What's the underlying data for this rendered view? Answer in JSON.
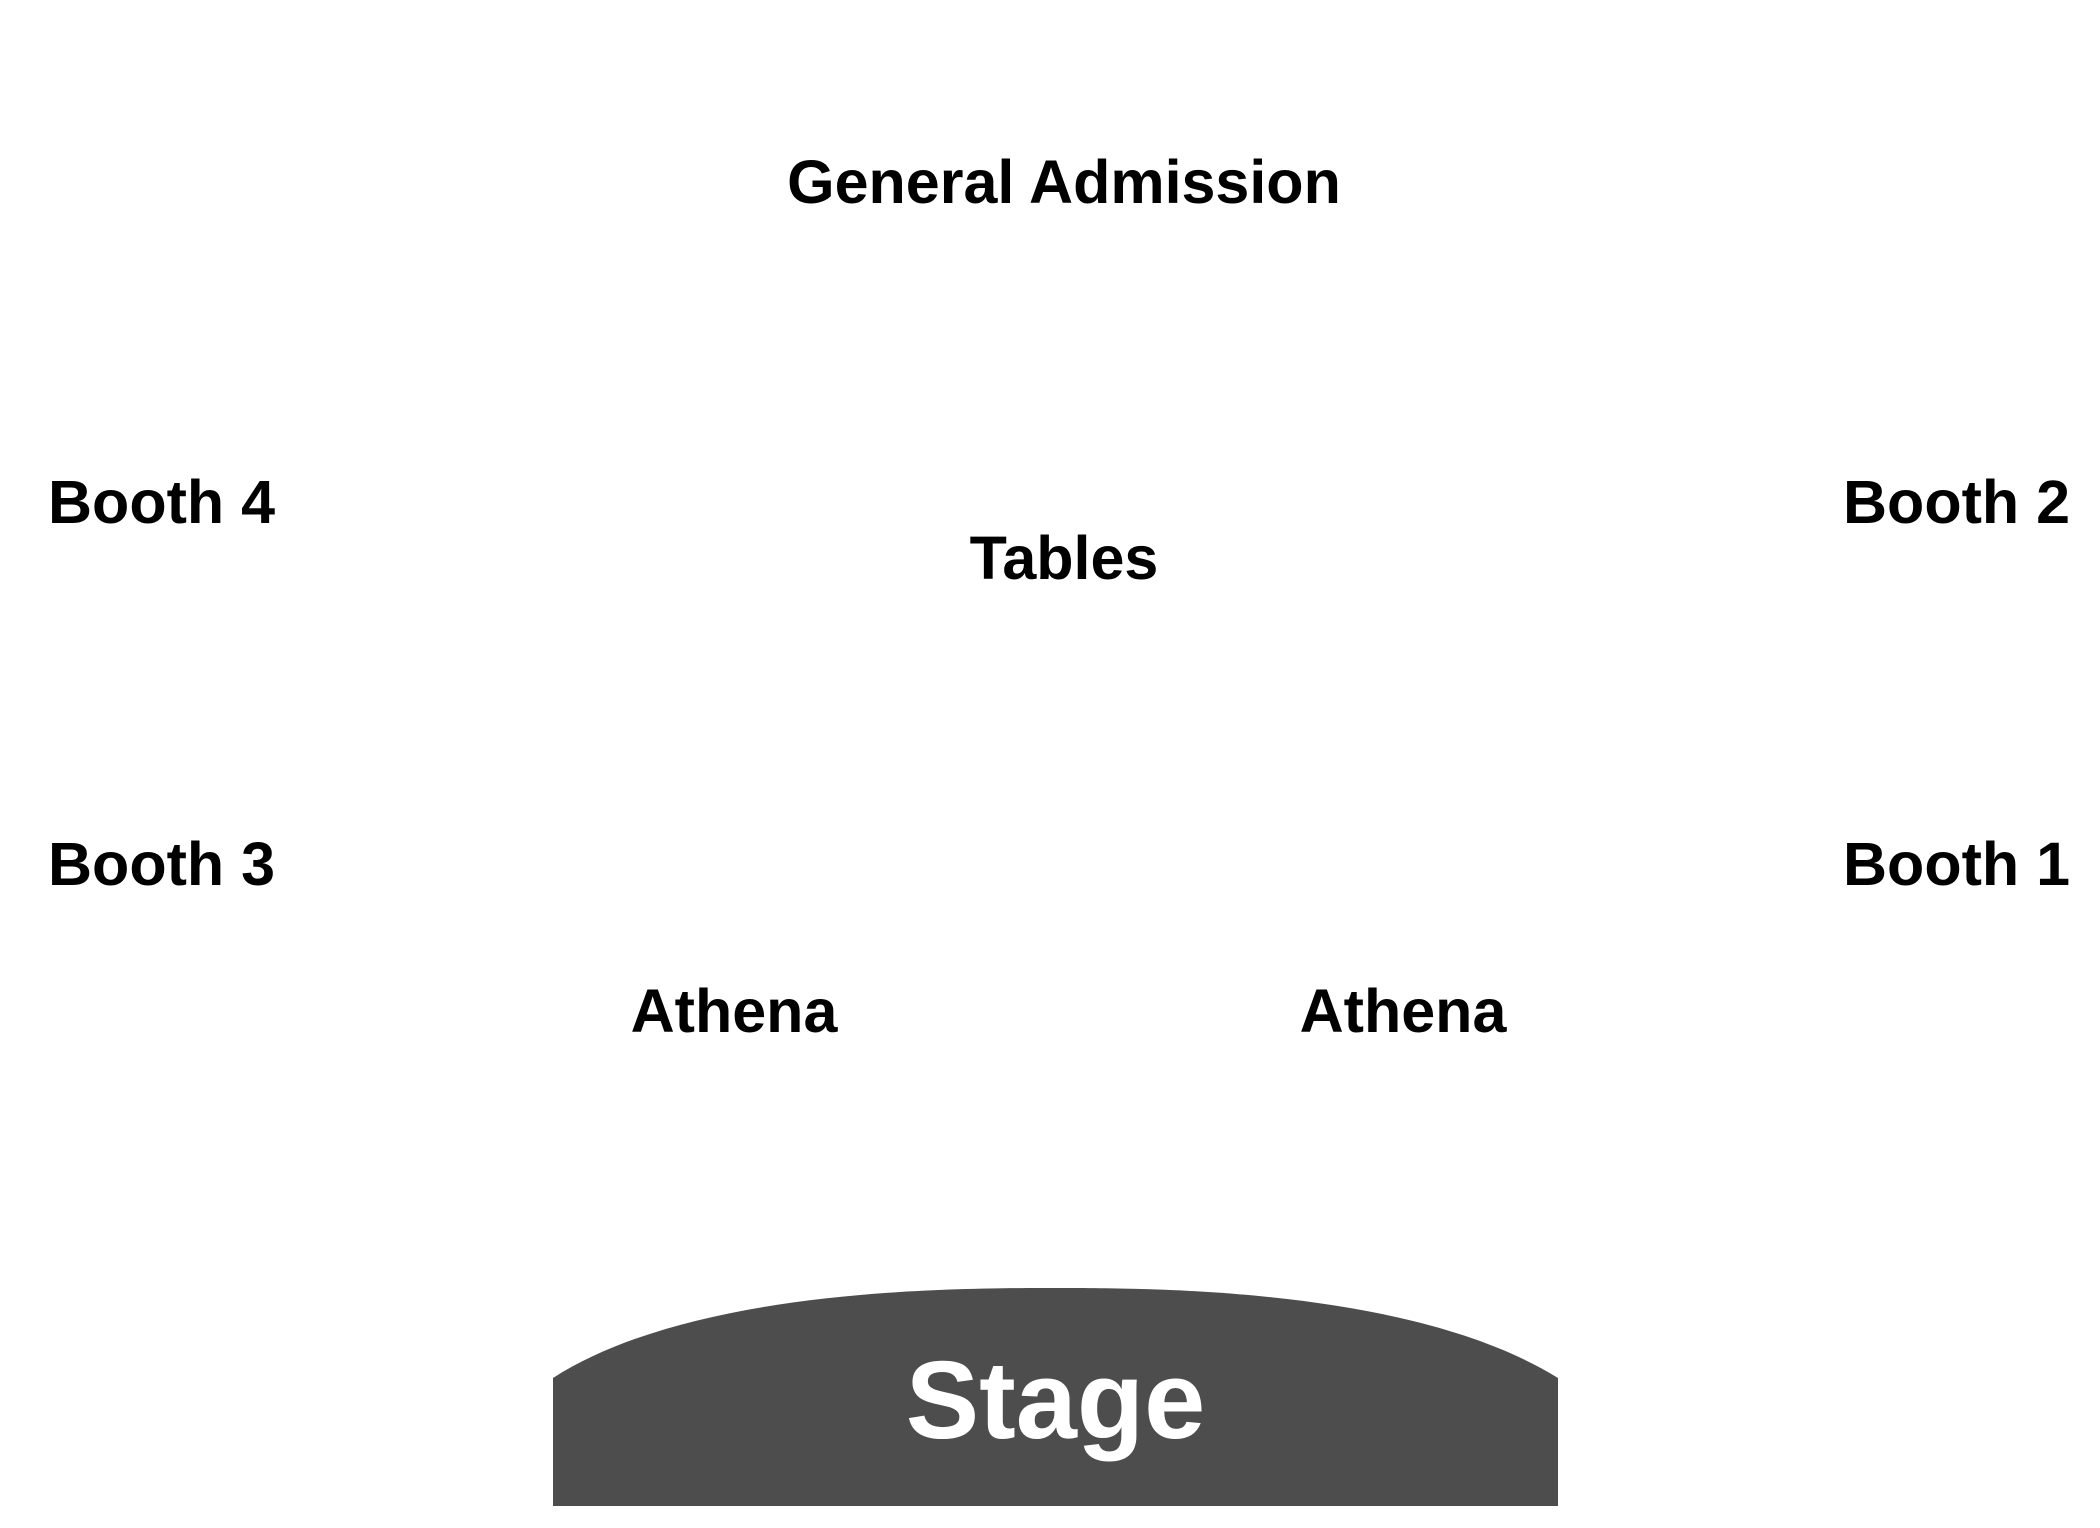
{
  "map": {
    "sections": {
      "general_admission": "General Admission",
      "tables": "Tables",
      "booth_4": "Booth 4",
      "booth_2": "Booth 2",
      "booth_3": "Booth 3",
      "booth_1": "Booth 1",
      "athena_left": "Athena",
      "athena_right": "Athena"
    },
    "stage": {
      "label": "Stage"
    }
  },
  "colors": {
    "stage_fill": "#4d4d4d",
    "stage_text": "#ffffff",
    "label_text": "#000000",
    "background": "#ffffff"
  }
}
